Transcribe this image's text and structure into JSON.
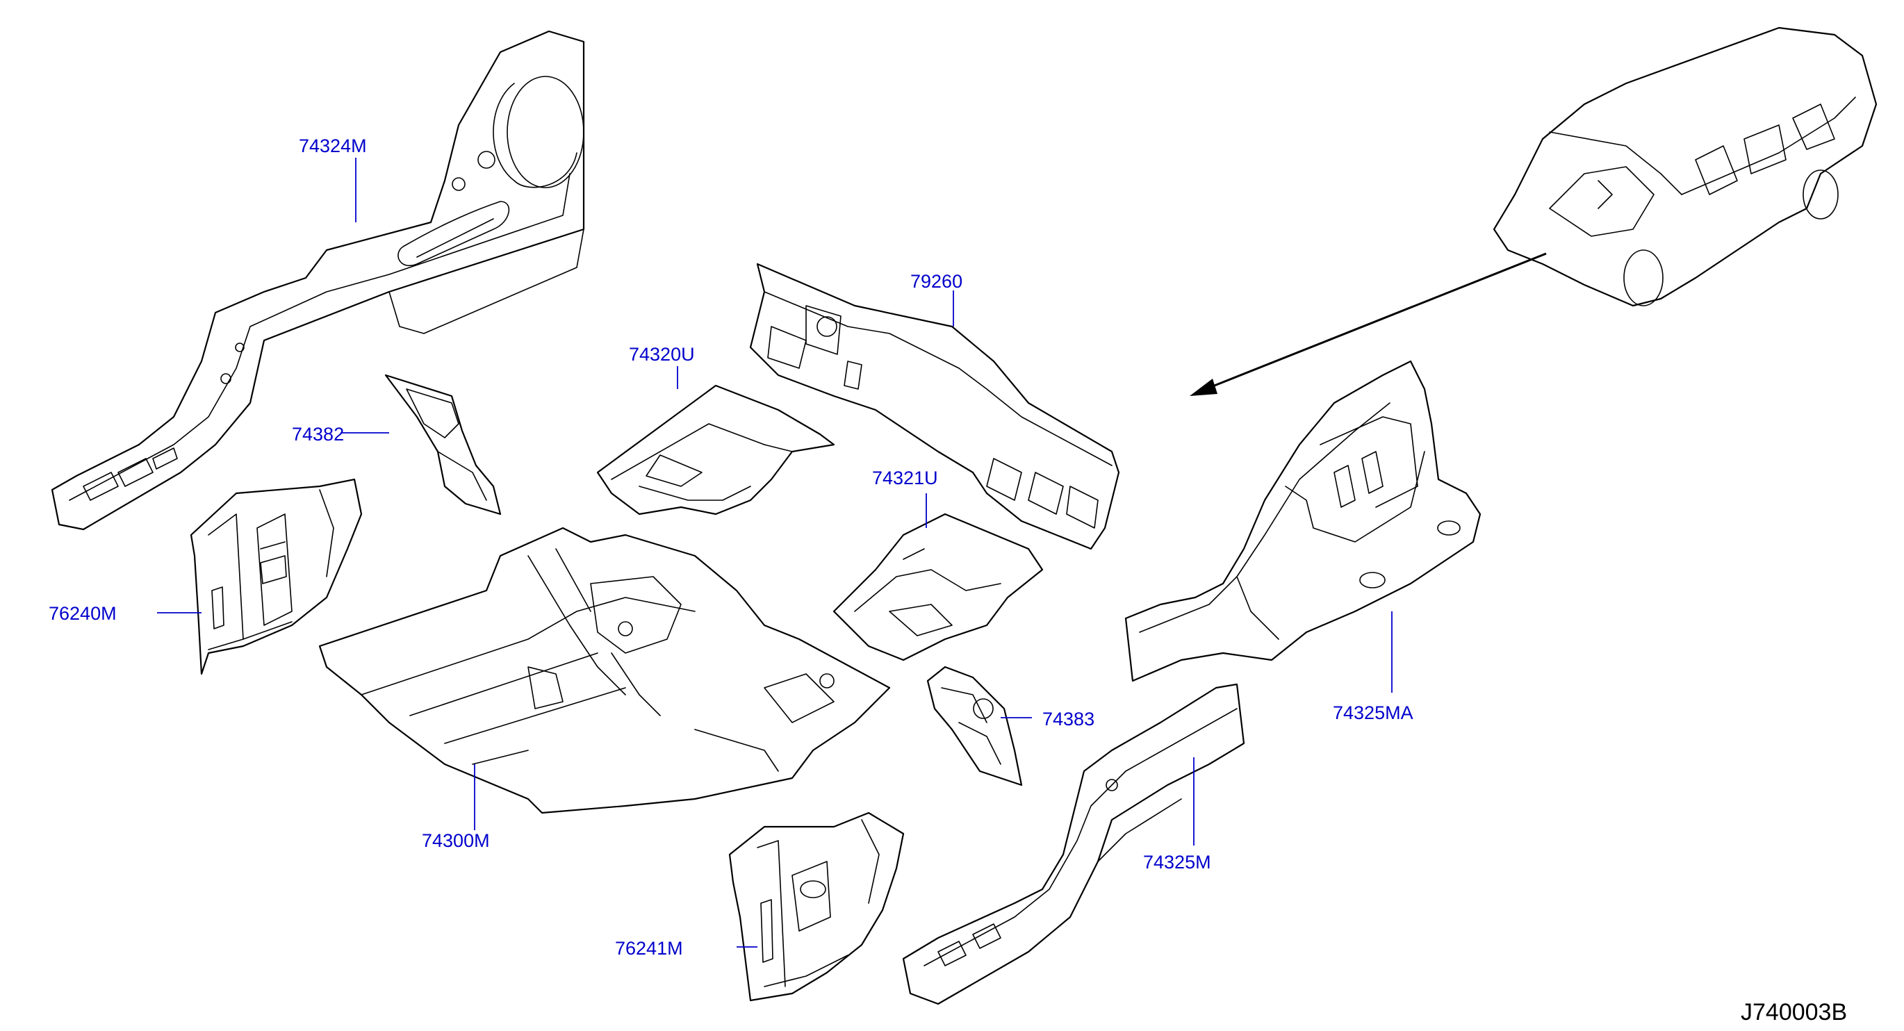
{
  "diagram": {
    "reference_code": "J740003B",
    "parts": [
      {
        "id": "74324M",
        "label": "74324M"
      },
      {
        "id": "74382",
        "label": "74382"
      },
      {
        "id": "76240M",
        "label": "76240M"
      },
      {
        "id": "74320U",
        "label": "74320U"
      },
      {
        "id": "79260",
        "label": "79260"
      },
      {
        "id": "74321U",
        "label": "74321U"
      },
      {
        "id": "74300M",
        "label": "74300M"
      },
      {
        "id": "74383",
        "label": "74383"
      },
      {
        "id": "76241M",
        "label": "76241M"
      },
      {
        "id": "74325MA",
        "label": "74325MA"
      },
      {
        "id": "74325M",
        "label": "74325M"
      }
    ],
    "colors": {
      "label": "#0000cc",
      "lines": "#000000"
    }
  }
}
